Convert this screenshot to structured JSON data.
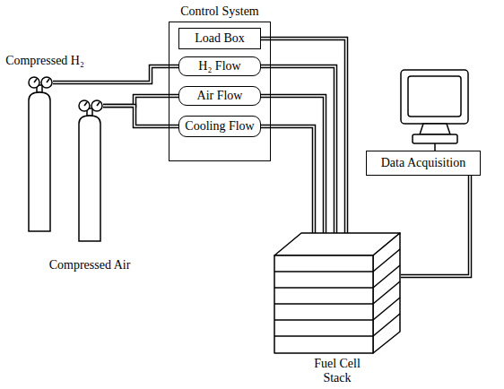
{
  "diagram": {
    "nodes": [
      {
        "text": [
          "Control System"
        ]
      },
      {
        "text": [
          "Load Box"
        ],
        "in": 0
      },
      {
        "text": [
          "H₂ Flow"
        ],
        "in": 0
      },
      {
        "text": [
          "Air Flow"
        ],
        "in": 0
      },
      {
        "text": [
          "Cooling Flow"
        ],
        "in": 0
      },
      {
        "text": [
          "Compressed H₂"
        ]
      },
      {
        "text": [
          "Compressed Air"
        ]
      },
      {
        "text": [
          "Data Acquisition"
        ]
      },
      {
        "text": [
          "Fuel Cell Stack"
        ]
      }
    ],
    "edges": [
      {
        "from": 5,
        "to": 2,
        "arrow": "none"
      },
      {
        "from": 6,
        "to": 3,
        "arrow": "none"
      },
      {
        "from": 6,
        "to": 4,
        "arrow": "none"
      },
      {
        "from": 1,
        "to": 8,
        "arrow": "none"
      },
      {
        "from": 2,
        "to": 8,
        "arrow": "none"
      },
      {
        "from": 3,
        "to": 8,
        "arrow": "none"
      },
      {
        "from": 4,
        "to": 8,
        "arrow": "none"
      },
      {
        "from": 7,
        "to": 8,
        "arrow": "none"
      }
    ]
  }
}
